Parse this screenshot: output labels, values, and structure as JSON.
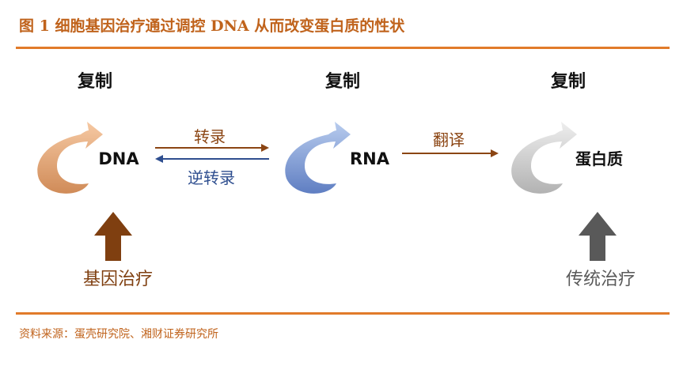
{
  "figure": {
    "title": "图 1  细胞基因治疗通过调控 DNA 从而改变蛋白质的性状",
    "source": "资料来源：蛋壳研究院、湘财证券研究所"
  },
  "nodes": [
    {
      "label": "DNA",
      "cycle_label": "复制",
      "color_from": "#F6C9A3",
      "color_to": "#D08B58"
    },
    {
      "label": "RNA",
      "cycle_label": "复制",
      "color_from": "#B8CCEE",
      "color_to": "#5F7EC2"
    },
    {
      "label": "蛋白质",
      "cycle_label": "复制",
      "color_from": "#EEEEEE",
      "color_to": "#B2B2B2"
    }
  ],
  "links": {
    "transcription": {
      "label": "转录",
      "color": "#8B4513"
    },
    "reverse_transcription": {
      "label": "逆转录",
      "color": "#2E4E8F"
    },
    "translation": {
      "label": "翻译",
      "color": "#8B4513"
    }
  },
  "therapies": [
    {
      "label": "基因治疗",
      "color": "#7F3F10"
    },
    {
      "label": "传统治疗",
      "color": "#595959"
    }
  ]
}
